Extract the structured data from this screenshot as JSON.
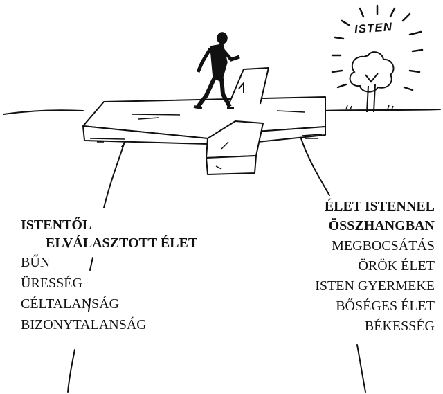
{
  "sun": {
    "label": "ISTEN"
  },
  "cross": {
    "mark": "4"
  },
  "left": {
    "lines": [
      "ISTENTŐL",
      "ELVÁLASZTOTT ÉLET",
      "BŰN",
      "ÜRESSÉG",
      "CÉLTALANSÁG",
      "BIZONYTALANSÁG"
    ]
  },
  "right": {
    "lines": [
      "ÉLET ISTENNEL",
      "ÖSSZHANGBAN",
      "MEGBOCSÁTÁS",
      "ÖRÖK ÉLET",
      "ISTEN GYERMEKE",
      "BŐSÉGES ÉLET",
      "BÉKESSÉG"
    ]
  },
  "colors": {
    "ink": "#111111",
    "paper": "#ffffff"
  }
}
